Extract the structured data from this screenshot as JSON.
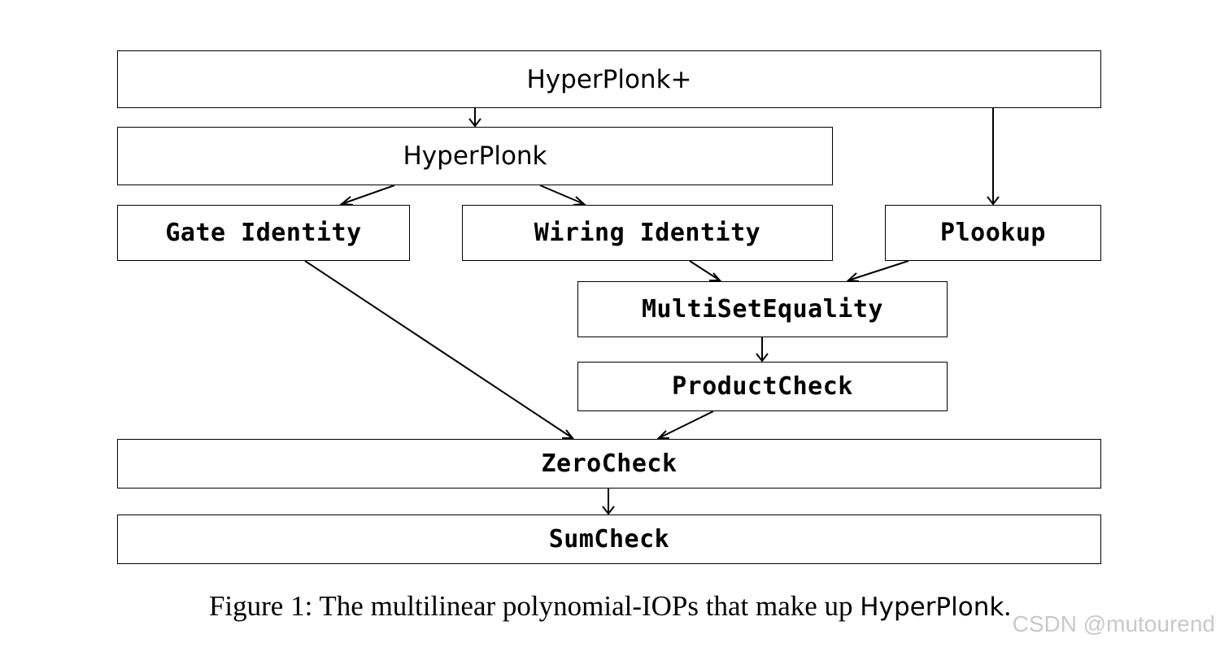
{
  "nodes": {
    "hyperplonk_plus": "HyperPlonk+",
    "hyperplonk": "HyperPlonk",
    "gate_identity": "Gate Identity",
    "wiring_identity": "Wiring Identity",
    "plookup": "Plookup",
    "multiset_equality": "MultiSetEquality",
    "product_check": "ProductCheck",
    "zero_check": "ZeroCheck",
    "sum_check": "SumCheck"
  },
  "edges": [
    {
      "from": "hyperplonk_plus",
      "to": "hyperplonk"
    },
    {
      "from": "hyperplonk_plus",
      "to": "plookup"
    },
    {
      "from": "hyperplonk",
      "to": "gate_identity"
    },
    {
      "from": "hyperplonk",
      "to": "wiring_identity"
    },
    {
      "from": "wiring_identity",
      "to": "multiset_equality"
    },
    {
      "from": "plookup",
      "to": "multiset_equality"
    },
    {
      "from": "multiset_equality",
      "to": "product_check"
    },
    {
      "from": "gate_identity",
      "to": "zero_check"
    },
    {
      "from": "product_check",
      "to": "zero_check"
    },
    {
      "from": "zero_check",
      "to": "sum_check"
    }
  ],
  "caption": {
    "prefix": "Figure 1: The multilinear polynomial-IOPs that make up ",
    "name": "HyperPlonk",
    "suffix": "."
  },
  "watermark": "CSDN @mutourend"
}
